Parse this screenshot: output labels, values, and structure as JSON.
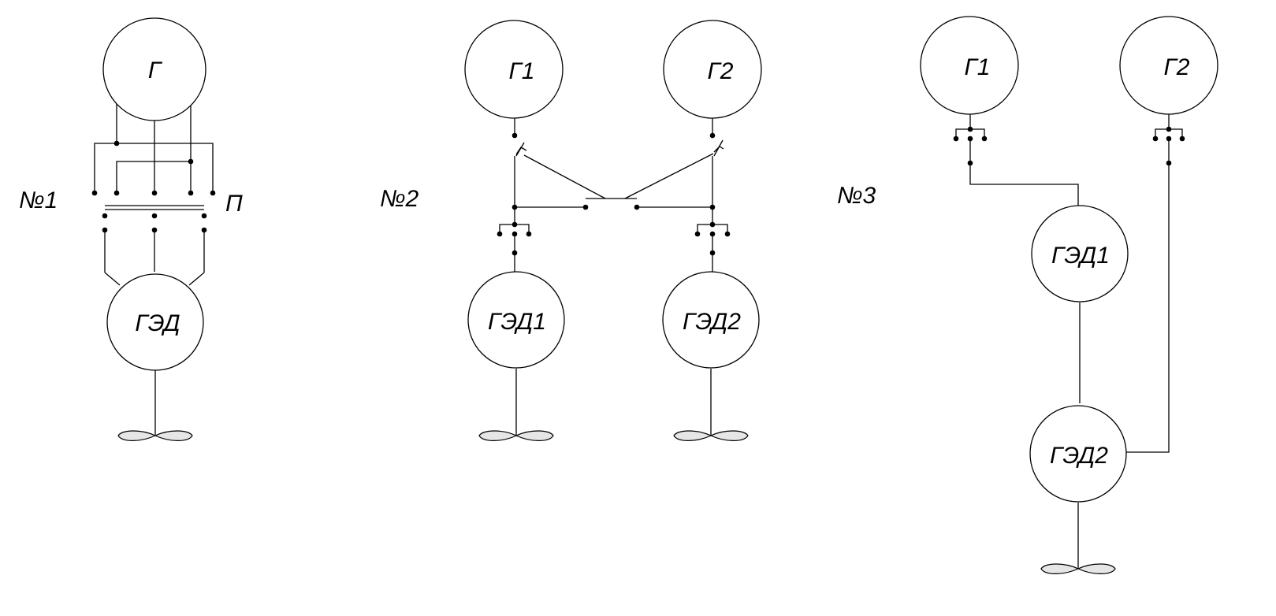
{
  "schemes": {
    "s1": {
      "number": "№1",
      "generator": "Г",
      "switch": "П",
      "motor": "ГЭД"
    },
    "s2": {
      "number": "№2",
      "generator1": "Г1",
      "generator2": "Г2",
      "motor1": "ГЭД1",
      "motor2": "ГЭД2"
    },
    "s3": {
      "number": "№3",
      "generator1": "Г1",
      "generator2": "Г2",
      "motor1": "ГЭД1",
      "motor2": "ГЭД2"
    }
  }
}
